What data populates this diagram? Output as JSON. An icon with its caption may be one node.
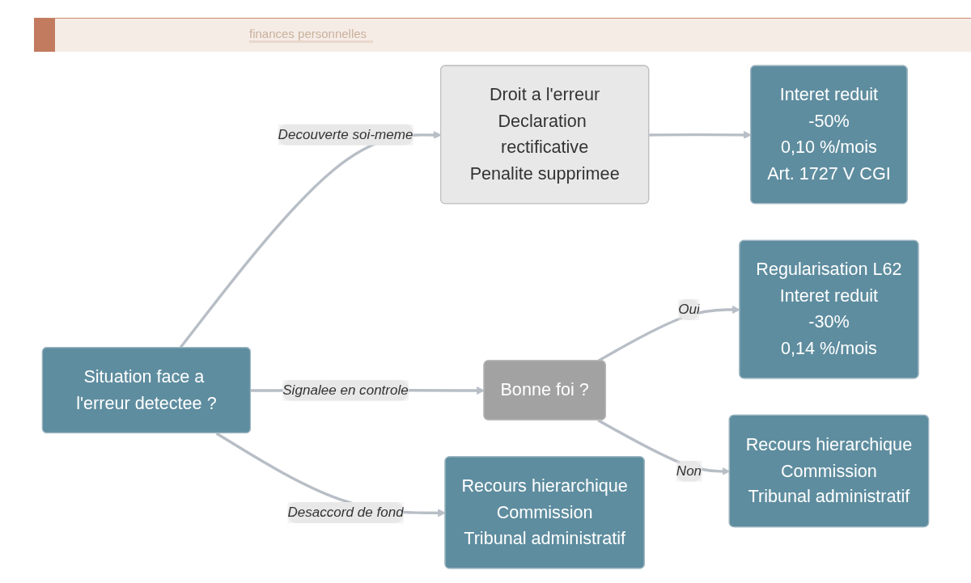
{
  "diagram": {
    "nodes": [
      {
        "text": [
          "Situation face a l'erreur detectee ?"
        ]
      },
      {
        "text": [
          "Droit a l'erreur",
          "Declaration rectificative",
          "Penalite supprimee"
        ]
      },
      {
        "text": [
          "Interet reduit",
          "-50%",
          "0,10 %/mois",
          "Art. 1727 V CGI"
        ]
      },
      {
        "text": [
          "Bonne foi ?"
        ]
      },
      {
        "text": [
          "Regularisation L62",
          "Interet reduit",
          "-30%",
          "0,14 %/mois"
        ]
      },
      {
        "text": [
          "Recours hierarchique",
          "Commission",
          "Tribunal administratif"
        ]
      },
      {
        "text": [
          "Recours hierarchique",
          "Commission",
          "Tribunal administratif"
        ]
      }
    ],
    "edges": [
      {
        "from": 0,
        "to": 1,
        "arrow": "to",
        "label": "Decouverte soi-meme"
      },
      {
        "from": 1,
        "to": 2,
        "arrow": "to"
      },
      {
        "from": 0,
        "to": 3,
        "arrow": "to",
        "label": "Signalee en controle"
      },
      {
        "from": 3,
        "to": 4,
        "arrow": "to",
        "label": "Oui"
      },
      {
        "from": 3,
        "to": 5,
        "arrow": "to",
        "label": "Non"
      },
      {
        "from": 0,
        "to": 6,
        "arrow": "to",
        "label": "Desaccord de fond"
      }
    ],
    "labels": [
      "finances personnelles"
    ]
  }
}
